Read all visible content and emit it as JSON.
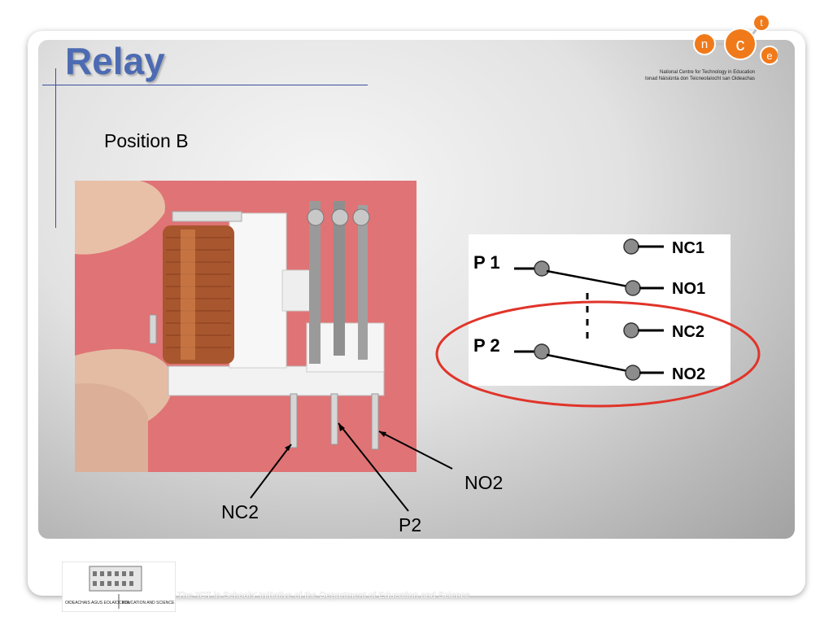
{
  "slide": {
    "title": "Relay",
    "subtitle": "Position B"
  },
  "diagram": {
    "p1": "P 1",
    "p2": "P 2",
    "nc1": "NC1",
    "no1": "NO1",
    "nc2": "NC2",
    "no2": "NO2"
  },
  "photo_labels": {
    "no2": "NO2",
    "nc2": "NC2",
    "p2": "P2"
  },
  "logo": {
    "letters": [
      "n",
      "c",
      "t",
      "e"
    ],
    "line1": "National Centre for Technology in Education",
    "line2": "Ionad Náisiúnta don Teicneolaíocht san Oideachas"
  },
  "department": {
    "irish": "OIDEACHAIS AGUS EOLAÍOCHTA",
    "english": "EDUCATION AND SCIENCE"
  },
  "footer": {
    "text": "The 'ICT in Schools' Initiative of the Department of Education and Science"
  },
  "colors": {
    "title": "#4c6bb2",
    "highlight": "#e0342a",
    "logo_orange": "#f07a1a"
  }
}
